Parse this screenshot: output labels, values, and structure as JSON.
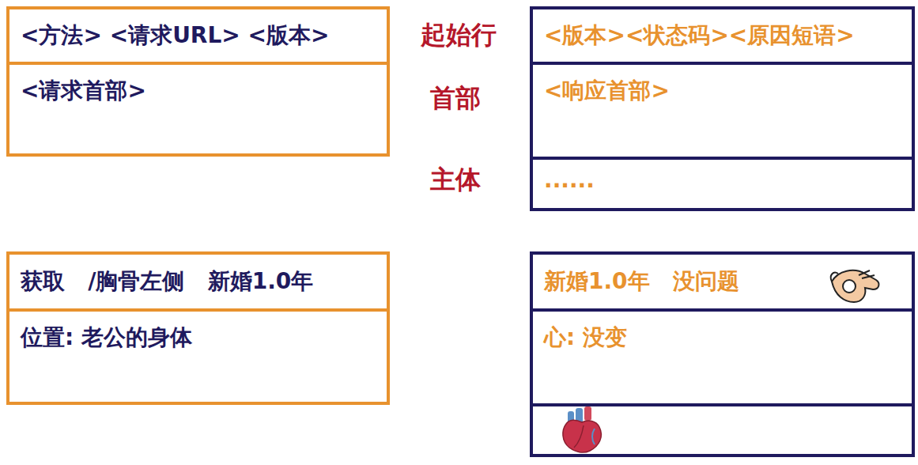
{
  "diagram": {
    "nodes": [
      {
        "text": [
          "<方法> <请求URL> <版本>",
          "<请求首部>"
        ]
      },
      {
        "text": [
          "<版本><状态码><原因短语>",
          "<响应首部>",
          "······"
        ]
      },
      {
        "text": [
          "获取   /胸骨左侧   新婚1.0年",
          "位置: 老公的身体"
        ]
      },
      {
        "text": [
          "新婚1.0年   没问题",
          "心: 没变"
        ]
      }
    ],
    "labels": [
      "起始行",
      "首部",
      "主体"
    ]
  }
}
